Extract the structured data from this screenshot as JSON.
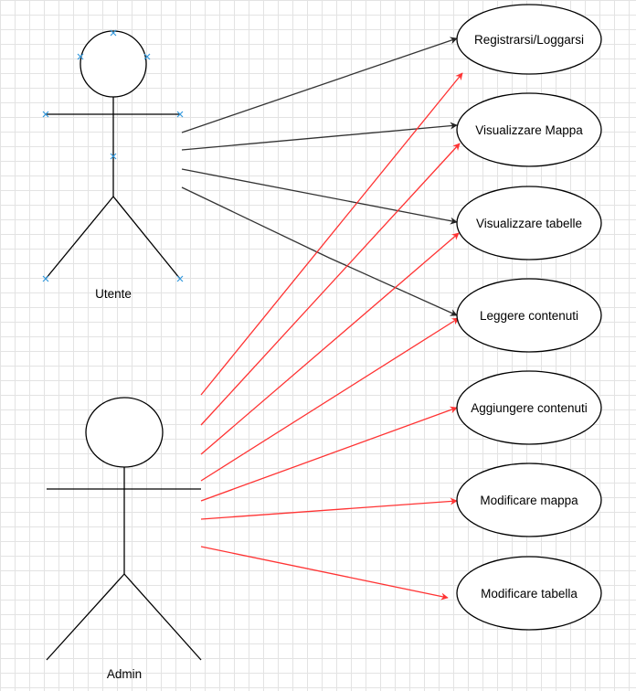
{
  "actors": {
    "user": {
      "label": "Utente"
    },
    "admin": {
      "label": "Admin"
    }
  },
  "use_cases": [
    {
      "id": "uc1",
      "label": "Registrarsi/Loggarsi"
    },
    {
      "id": "uc2",
      "label": "Visualizzare Mappa"
    },
    {
      "id": "uc3",
      "label": "Visualizzare tabelle"
    },
    {
      "id": "uc4",
      "label": "Leggere contenuti"
    },
    {
      "id": "uc5",
      "label": "Aggiungere contenuti"
    },
    {
      "id": "uc6",
      "label": "Modificare mappa"
    },
    {
      "id": "uc7",
      "label": "Modificare tabella"
    }
  ],
  "associations": {
    "user": [
      "uc1",
      "uc2",
      "uc3",
      "uc4"
    ],
    "admin": [
      "uc1",
      "uc2",
      "uc3",
      "uc4",
      "uc5",
      "uc6",
      "uc7"
    ]
  },
  "colors": {
    "user_arrow": "#333333",
    "admin_arrow": "#ff3333",
    "selection_marker": "#3399dd"
  }
}
